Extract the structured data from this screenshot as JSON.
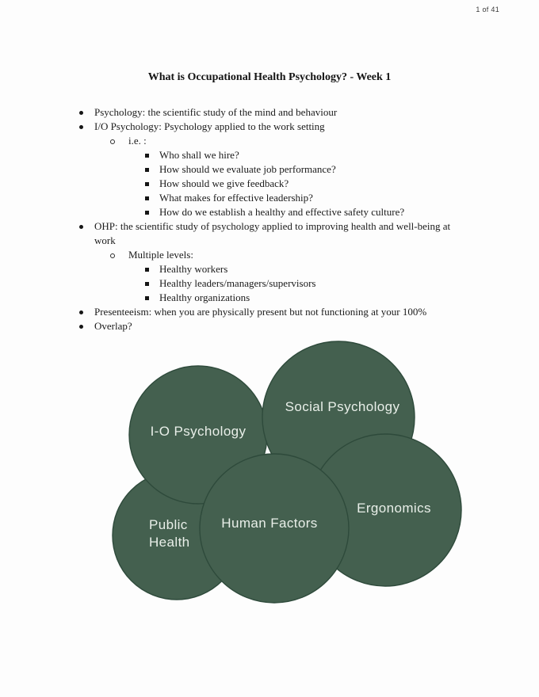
{
  "page": {
    "page_number": "1 of 41",
    "title": "What is Occupational Health Psychology? - Week 1"
  },
  "content": {
    "lines": [
      {
        "level": 1,
        "text": "Psychology: the scientific study of the mind and behaviour"
      },
      {
        "level": 1,
        "text": "I/O Psychology: Psychology applied to the work setting"
      },
      {
        "level": 2,
        "text": "i.e. :"
      },
      {
        "level": 3,
        "text": "Who shall we hire?"
      },
      {
        "level": 3,
        "text": "How should we evaluate job performance?"
      },
      {
        "level": 3,
        "text": "How should we give feedback?"
      },
      {
        "level": 3,
        "text": "What makes for effective leadership?"
      },
      {
        "level": 3,
        "text": "How do we establish a healthy and effective safety culture?"
      },
      {
        "level": 1,
        "text": "OHP: the scientific study of psychology applied to improving health and well-being at"
      },
      {
        "level": "cont",
        "text": "work"
      },
      {
        "level": 2,
        "text": "Multiple levels:"
      },
      {
        "level": 3,
        "text": "Healthy workers"
      },
      {
        "level": 3,
        "text": "Healthy leaders/managers/supervisors"
      },
      {
        "level": 3,
        "text": "Healthy organizations"
      },
      {
        "level": 1,
        "text": "Presenteeism: when you are physically present but not functioning at your 100%"
      },
      {
        "level": 1,
        "text": "Overlap?"
      }
    ]
  },
  "diagram": {
    "fill": "#44604f",
    "stroke": "#2e4a3b",
    "text_color": "#e9efe9",
    "circles": [
      {
        "label": "Public Health",
        "line1": "Public",
        "line2": "Health"
      },
      {
        "label": "I-O Psychology"
      },
      {
        "label": "Social Psychology"
      },
      {
        "label": "Ergonomics"
      },
      {
        "label": "Human Factors"
      }
    ]
  }
}
